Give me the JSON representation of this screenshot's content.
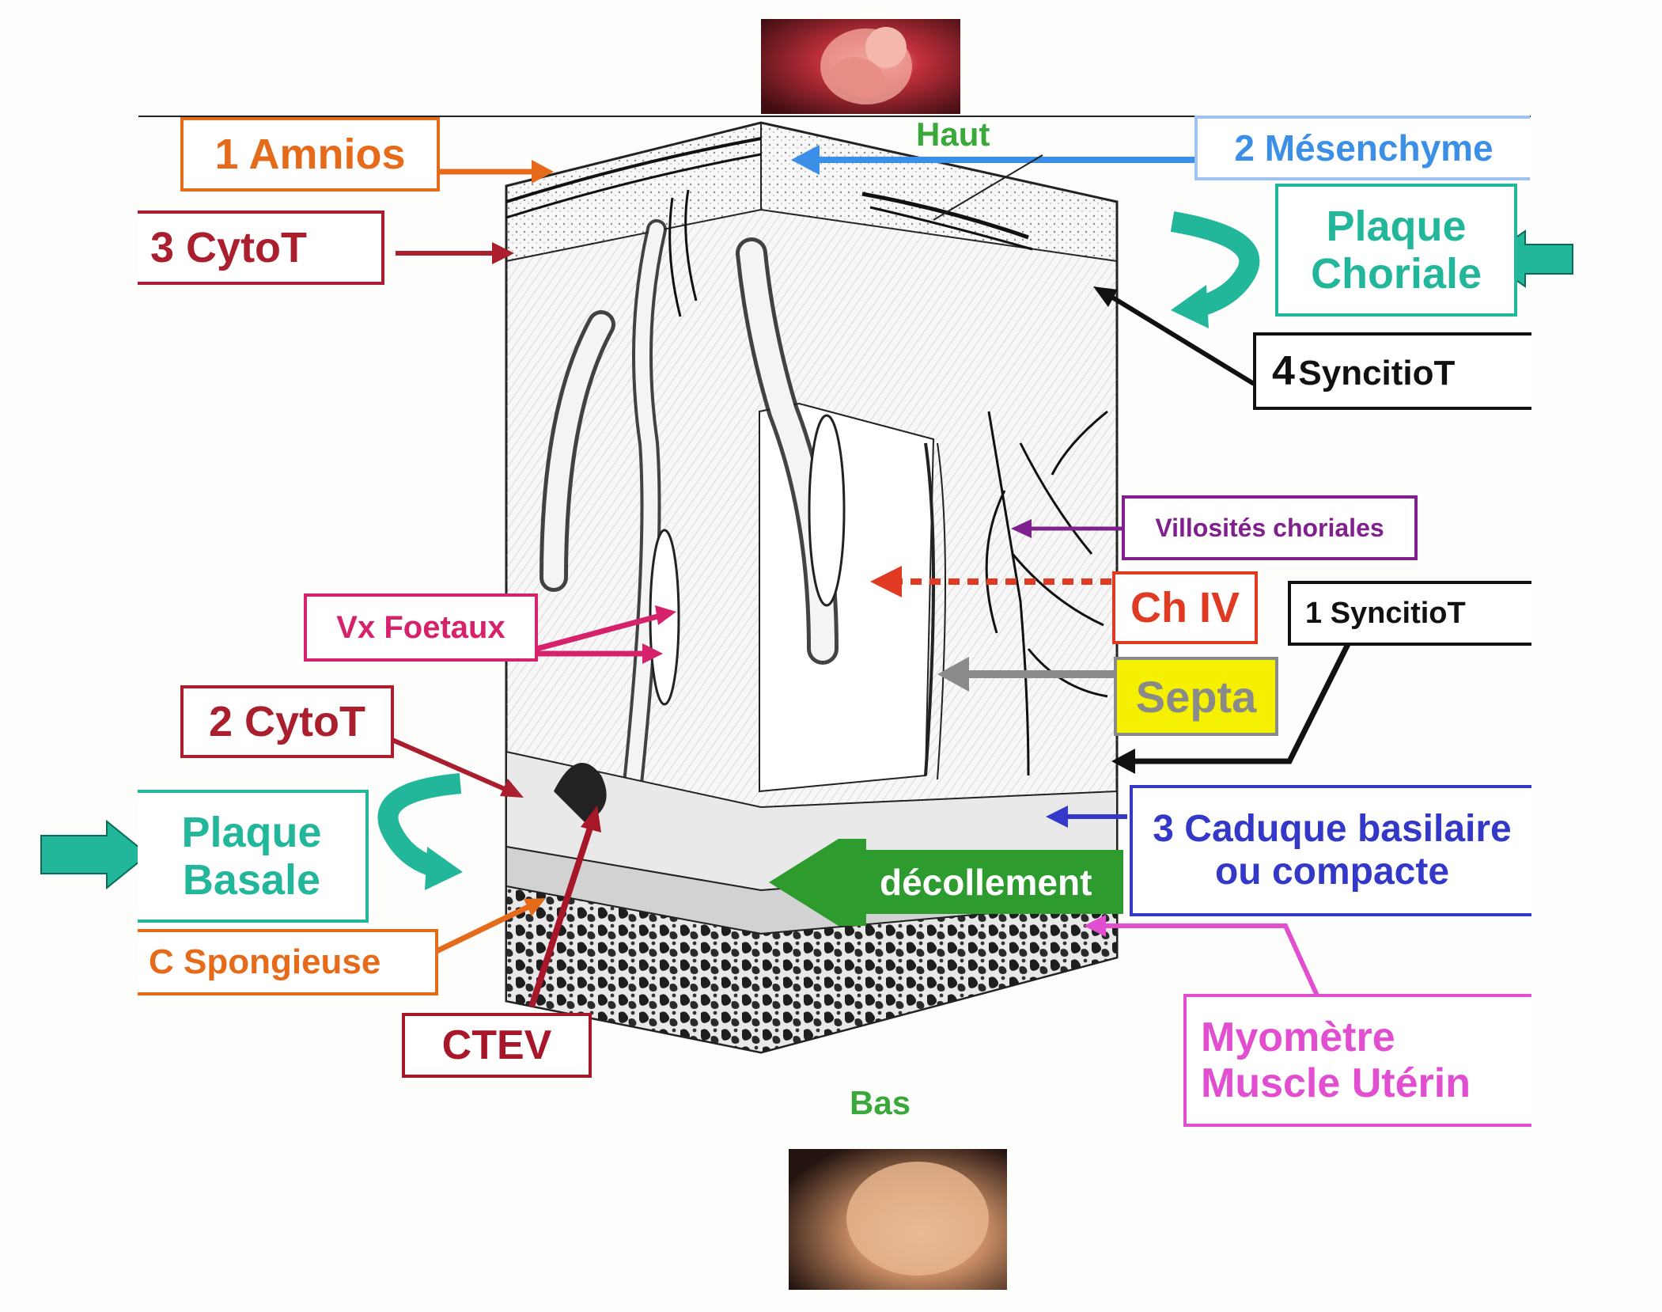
{
  "colors": {
    "amnios": "#e56a1a",
    "mesenchyme": "#3c8fe6",
    "haut": "#3aa83a",
    "cytoT": "#aa1e2d",
    "plaque": "#22b79b",
    "syncitio": "#111111",
    "villosites": "#80208f",
    "chIV": "#e03a22",
    "septa_bg": "#f5f000",
    "septa_text": "#8a8a8a",
    "vx": "#d6226a",
    "caduque": "#3338c8",
    "decollement": "#2d9b2d",
    "spongieuse": "#e56a1a",
    "ctev": "#a8162a",
    "myometre": "#e14ed0",
    "bas": "#3aa83a"
  },
  "icons": {
    "top": "fetus-in-womb-photo",
    "bottom": "pregnant-belly-photo"
  },
  "labels": {
    "haut": "Haut",
    "bas": "Bas",
    "amnios": "1 Amnios",
    "mesenchyme": "2 Mésenchyme",
    "cytoT3": "3 CytoT",
    "plaque_choriale_1": "Plaque",
    "plaque_choriale_2": "Choriale",
    "syncitio4_num": "4",
    "syncitio4_text": "SyncitioT",
    "villosites": "Villosités choriales",
    "chIV": "Ch IV",
    "syncitio1": "1 SyncitioT",
    "septa": "Septa",
    "vx_foetaux": "Vx Foetaux",
    "cytoT2": "2 CytoT",
    "plaque_basale_1": "Plaque",
    "plaque_basale_2": "Basale",
    "caduque_1": "3 Caduque basilaire",
    "caduque_2": "ou compacte",
    "decollement": "décollement",
    "c_spongieuse": "C Spongieuse",
    "ctev": "CTEV",
    "myometre_1": "Myomètre",
    "myometre_2": "Muscle Utérin"
  }
}
